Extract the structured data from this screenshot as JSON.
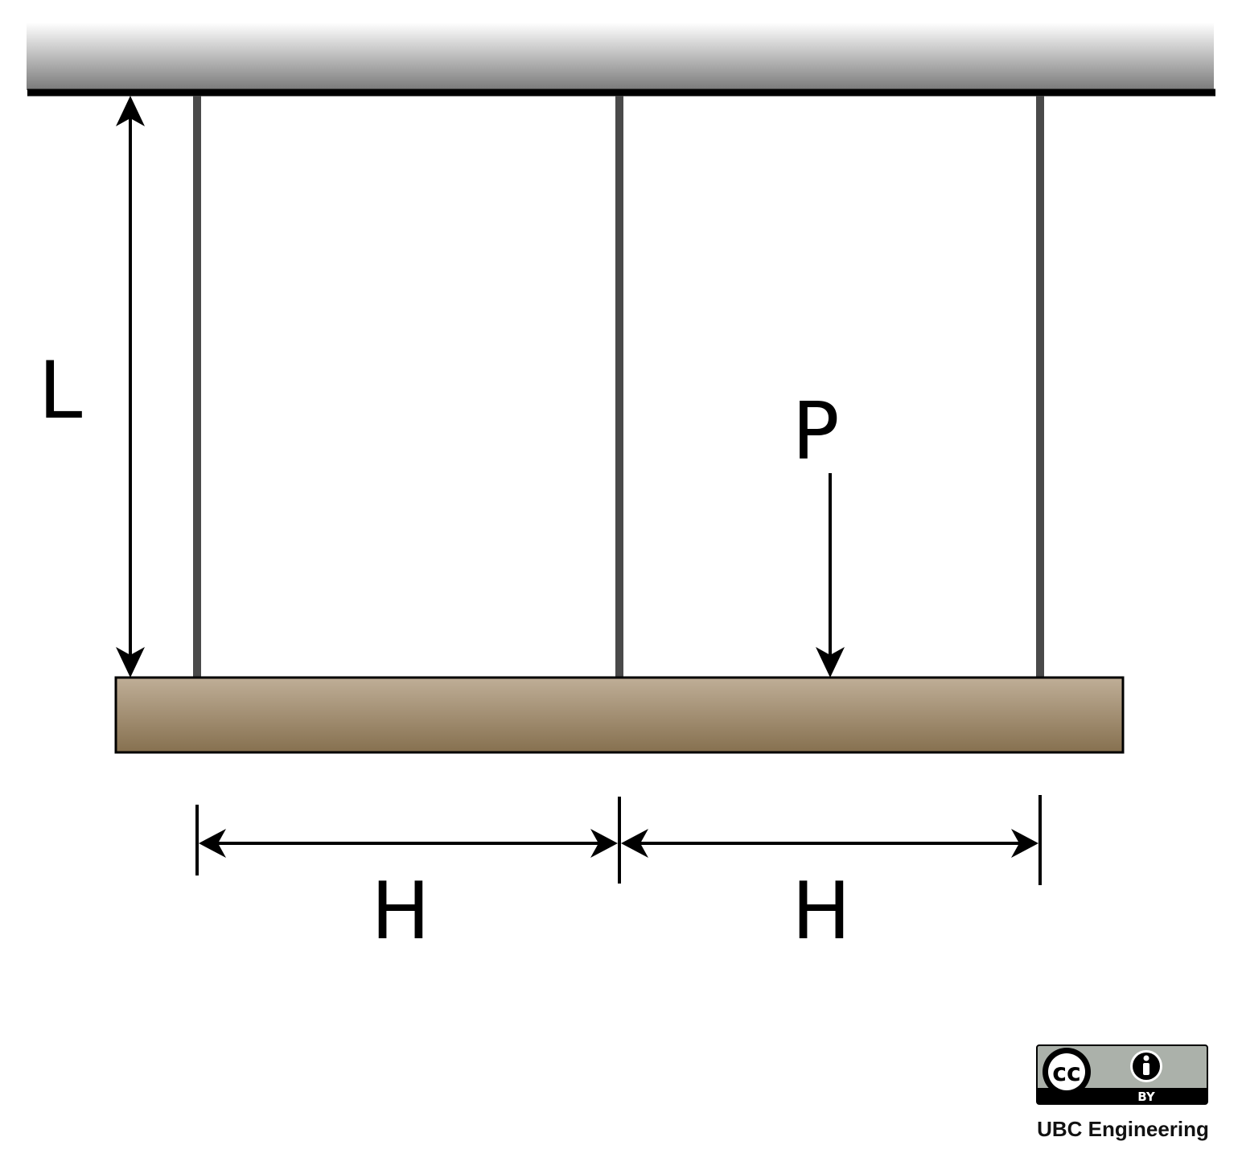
{
  "labels": {
    "length": "L",
    "load": "P",
    "spacing_left": "H",
    "spacing_right": "H"
  },
  "license": {
    "cc": "cc",
    "by": "BY",
    "credit": "UBC Engineering"
  },
  "colors": {
    "rod": "#4a4a4a",
    "beam_top": "#bfae97",
    "beam_bottom": "#86704f",
    "ceiling_dark": "#7a7a7a",
    "ceiling_light": "#ffffff",
    "badge_bg": "#abb1aa"
  }
}
